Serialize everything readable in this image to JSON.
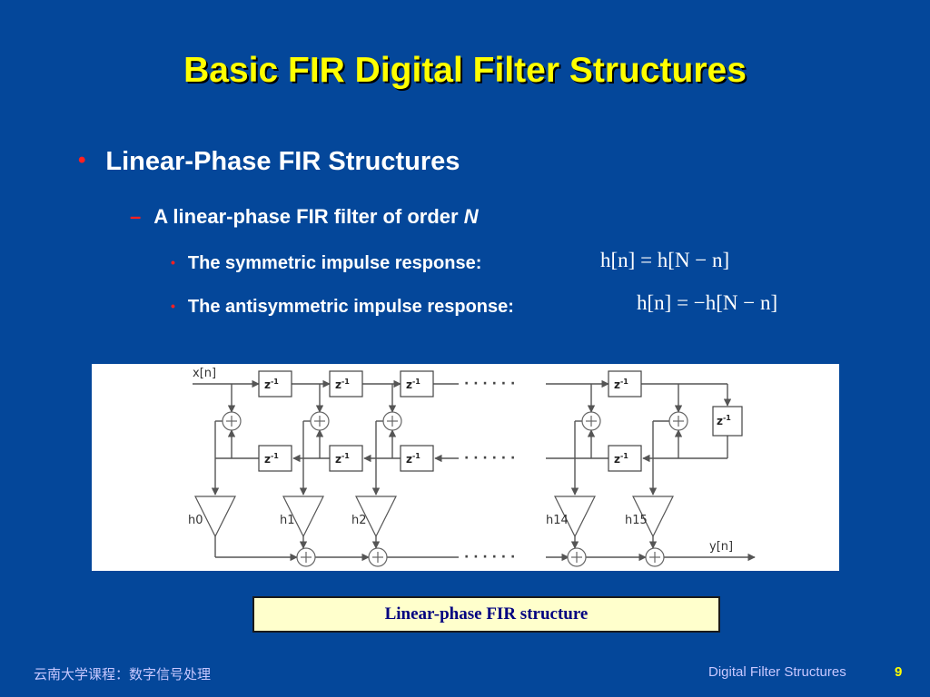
{
  "slide": {
    "title": "Basic FIR Digital Filter Structures",
    "bullet1": "Linear-Phase FIR Structures",
    "bullet2_text": "A linear-phase FIR filter of order ",
    "bullet2_var": "N",
    "bullet3": "The symmetric impulse response:",
    "bullet4": "The antisymmetric impulse response:",
    "formula_sym": "h[n] = h[N − n]",
    "formula_anti": "h[n] = −h[N − n]",
    "caption": "Linear-phase FIR structure",
    "footer_left": "云南大学课程：数字信号处理",
    "footer_right": "Digital Filter Structures",
    "page_number": "9"
  },
  "diagram": {
    "input_label": "x[n]",
    "output_label": "y[n]",
    "delay_label": "z",
    "delay_exp": "-1",
    "dots": "· · · · · ·",
    "coef_labels": [
      "h0",
      "h1",
      "h2",
      "h14",
      "h15"
    ]
  },
  "colors": {
    "background": "#04479a",
    "title": "#ffff00",
    "bullet": "#ff2020",
    "caption_bg": "#ffffcc",
    "caption_text": "#000080",
    "diagram_line": "#555555"
  }
}
